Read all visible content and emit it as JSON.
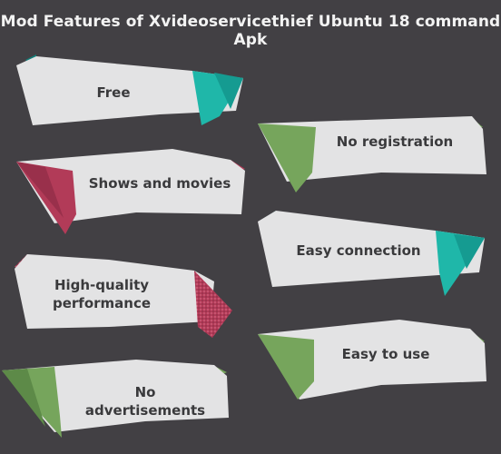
{
  "title": "Mod Features of Xvideoservicethief Ubuntu 18 command Apk",
  "colors": {
    "background": "#424044",
    "panel": "#e3e3e4",
    "teal": "#1fb7a9",
    "teal_dark": "#127d78",
    "green": "#76a55c",
    "crimson": "#b23b58"
  },
  "features": [
    {
      "label": "Free",
      "accent": "teal"
    },
    {
      "label": "No registration",
      "accent": "green"
    },
    {
      "label": "Shows and movies",
      "accent": "crimson"
    },
    {
      "label": "Easy connection",
      "accent": "teal"
    },
    {
      "label": "High-quality performance",
      "accent": "crimson"
    },
    {
      "label": "Easy to use",
      "accent": "green"
    },
    {
      "label": "No advertisements",
      "accent": "green"
    }
  ]
}
